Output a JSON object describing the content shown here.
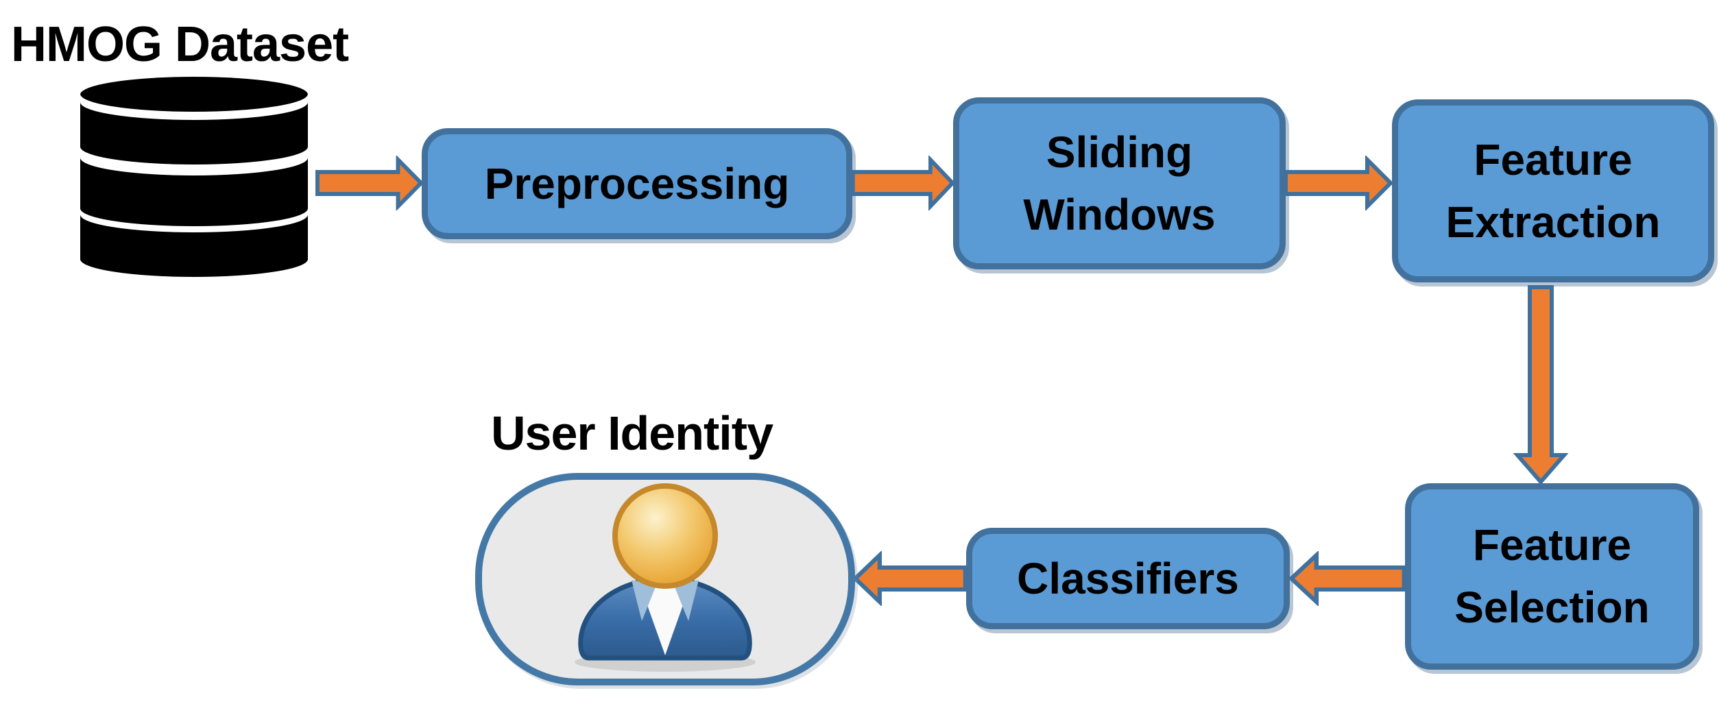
{
  "diagram": {
    "title": "HMOG Dataset",
    "nodes": {
      "preprocessing": {
        "label": "Preprocessing"
      },
      "sliding_windows": {
        "line1": "Sliding",
        "line2": "Windows"
      },
      "feature_extraction": {
        "line1": "Feature",
        "line2": "Extraction"
      },
      "feature_selection": {
        "line1": "Feature",
        "line2": "Selection"
      },
      "classifiers": {
        "label": "Classifiers"
      },
      "user_identity": {
        "label": "User Identity"
      }
    },
    "icons": {
      "database": "database-cylinder-icon",
      "person": "person-user-icon"
    },
    "flow": [
      {
        "from": "hmog_dataset",
        "to": "preprocessing",
        "direction": "right"
      },
      {
        "from": "preprocessing",
        "to": "sliding_windows",
        "direction": "right"
      },
      {
        "from": "sliding_windows",
        "to": "feature_extraction",
        "direction": "right"
      },
      {
        "from": "feature_extraction",
        "to": "feature_selection",
        "direction": "down"
      },
      {
        "from": "feature_selection",
        "to": "classifiers",
        "direction": "left"
      },
      {
        "from": "classifiers",
        "to": "user_identity",
        "direction": "left"
      }
    ],
    "colors": {
      "node_fill": "#5B9BD5",
      "node_border": "#41719C",
      "arrow_fill": "#ED7D31",
      "arrow_border": "#40719D",
      "capsule_fill": "#E9E9E9",
      "capsule_border": "#4478A6",
      "database_icon": "#000000",
      "person_head": "#E9A93C",
      "person_body": "#3A6EA8",
      "text": "#000000",
      "background": "#FFFFFF"
    }
  }
}
